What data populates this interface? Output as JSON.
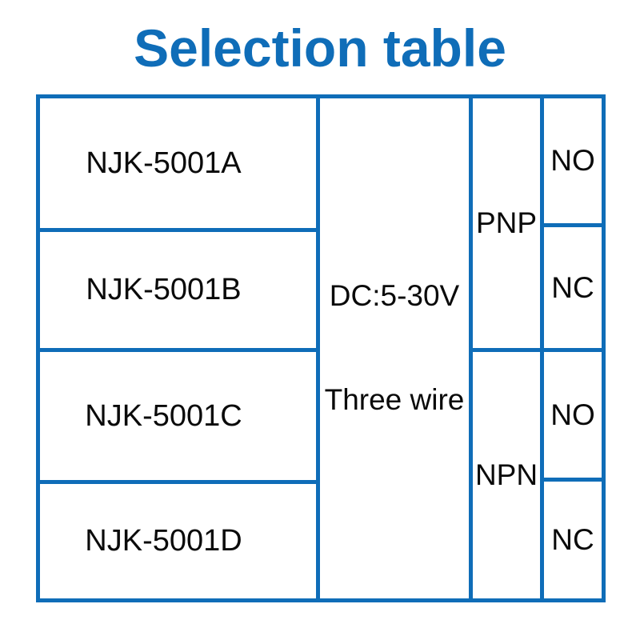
{
  "title": "Selection table",
  "colors": {
    "accent": "#0f6db8",
    "text": "#0a0a0a"
  },
  "table": {
    "models": [
      "NJK-5001A",
      "NJK-5001B",
      "NJK-5001C",
      "NJK-5001D"
    ],
    "power": {
      "line1": "DC:5-30V",
      "line2": "Three wire"
    },
    "output_types": [
      {
        "label": "PNP",
        "contacts": [
          "NO",
          "NC"
        ]
      },
      {
        "label": "NPN",
        "contacts": [
          "NO",
          "NC"
        ]
      }
    ]
  }
}
